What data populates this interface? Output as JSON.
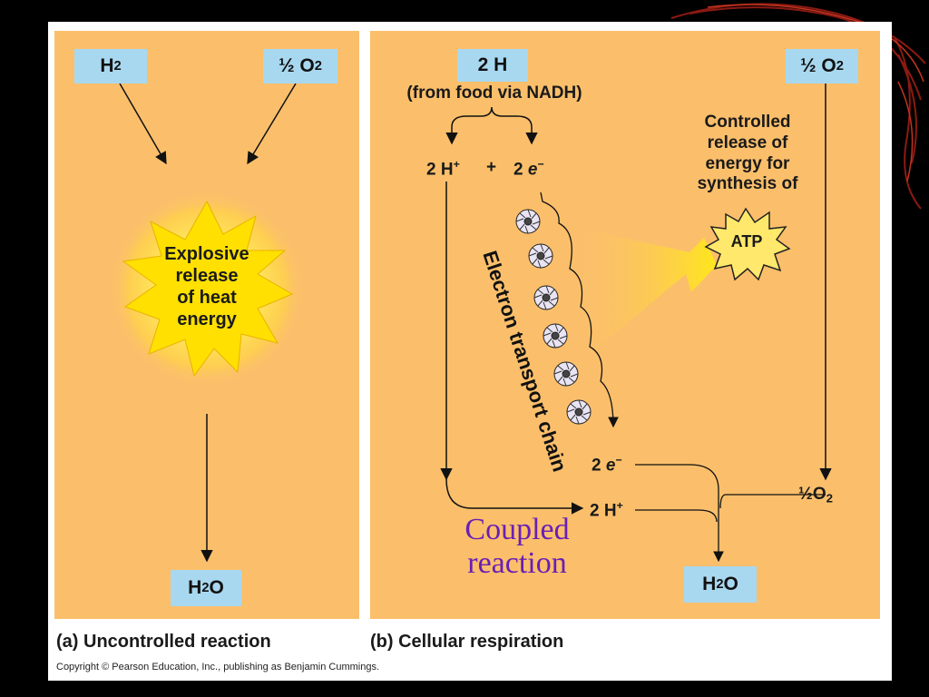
{
  "panel_a": {
    "h2": "H",
    "h2_sub": "2",
    "o2_half": "½ O",
    "o2_sub": "2",
    "explosion_text": [
      "Explosive",
      "release",
      "of heat",
      "energy"
    ],
    "water_h": "H",
    "water_sub": "2",
    "water_o": "O",
    "caption": "(a) Uncontrolled reaction"
  },
  "panel_b": {
    "two_h": "2 H",
    "from_food": "(from food via NADH)",
    "protons": "2 H",
    "proton_sup": "+",
    "plus": "+",
    "electrons_pre": "2 ",
    "electrons_e": "e",
    "electron_sup": "−",
    "controlled_text": [
      "Controlled",
      "release of",
      "energy for",
      "synthesis of"
    ],
    "atp": "ATP",
    "etc_label": "Electron transport chain",
    "o2_half": "½ O",
    "o2_sub": "2",
    "bottom_e_pre": "2 ",
    "bottom_e": "e",
    "bottom_e_sup": "−",
    "bottom_h": "2 H",
    "bottom_h_sup": "+",
    "bottom_o2": "½O",
    "bottom_o2_sub": "2",
    "water_h": "H",
    "water_sub": "2",
    "water_o": "O",
    "caption": "(b) Cellular respiration"
  },
  "overlay": {
    "coupled": "Coupled",
    "reaction": "reaction"
  },
  "copyright": "Copyright © Pearson Education, Inc., publishing as Benjamin Cummings.",
  "colors": {
    "panel": "#fbbf6b",
    "box": "#a8d8f0",
    "overlay_text": "#6a1fb5",
    "background": "#000000"
  }
}
